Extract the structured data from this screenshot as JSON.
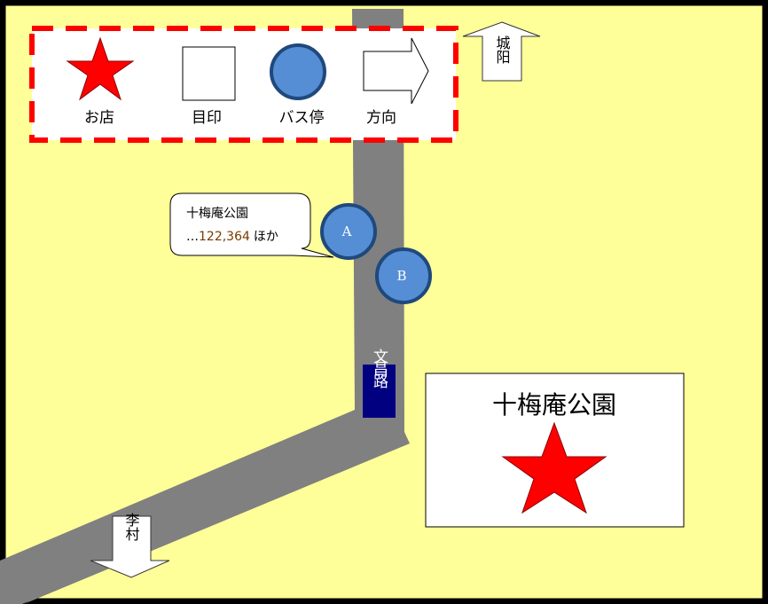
{
  "legend": {
    "items": [
      {
        "label": "お店",
        "icon": "star-icon"
      },
      {
        "label": "目印",
        "icon": "square-icon"
      },
      {
        "label": "バス停",
        "icon": "circle-icon"
      },
      {
        "label": "方向",
        "icon": "arrow-right-icon"
      }
    ]
  },
  "directions": {
    "north": "城阳",
    "south": "李村"
  },
  "road_label": "文昌路",
  "bus_stops": [
    {
      "label": "A"
    },
    {
      "label": "B"
    }
  ],
  "callout": {
    "title": "十梅庵公園",
    "prefix": "…",
    "routes": "122,364",
    "suffix": "ほか"
  },
  "landmark": {
    "title": "十梅庵公園"
  },
  "colors": {
    "background": "#FFFF99",
    "road": "#808080",
    "bus_stop": "#558ED5",
    "bus_stop_border": "#1F497D",
    "star": "#FF0000",
    "road_label_bg": "#000080"
  }
}
